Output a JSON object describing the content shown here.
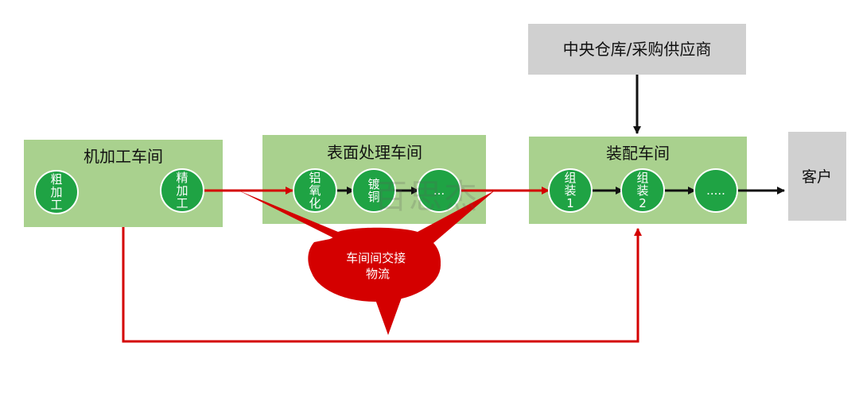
{
  "colors": {
    "workshop_fill": "#a9d18e",
    "node_fill": "#1fa344",
    "node_stroke": "#ffffff",
    "gray_box": "#d0d0d0",
    "red": "#d40000",
    "black": "#111111"
  },
  "workshops": {
    "machining": {
      "title": "机加工车间",
      "nodes": [
        "粗\n加\n工",
        "精\n加\n工"
      ]
    },
    "surface": {
      "title": "表面处理车间",
      "nodes": [
        "铝\n氧\n化",
        "镀\n铜",
        "..."
      ]
    },
    "assembly": {
      "title": "装配车间",
      "nodes": [
        "组\n装\n1",
        "组\n装\n2",
        "....."
      ]
    }
  },
  "warehouse": {
    "label": "中央仓库/采购供应商"
  },
  "customer": {
    "label": "客户"
  },
  "logistics_callout": {
    "label": "车间间交接\n物流"
  },
  "watermark": {
    "text": "百思杰"
  }
}
